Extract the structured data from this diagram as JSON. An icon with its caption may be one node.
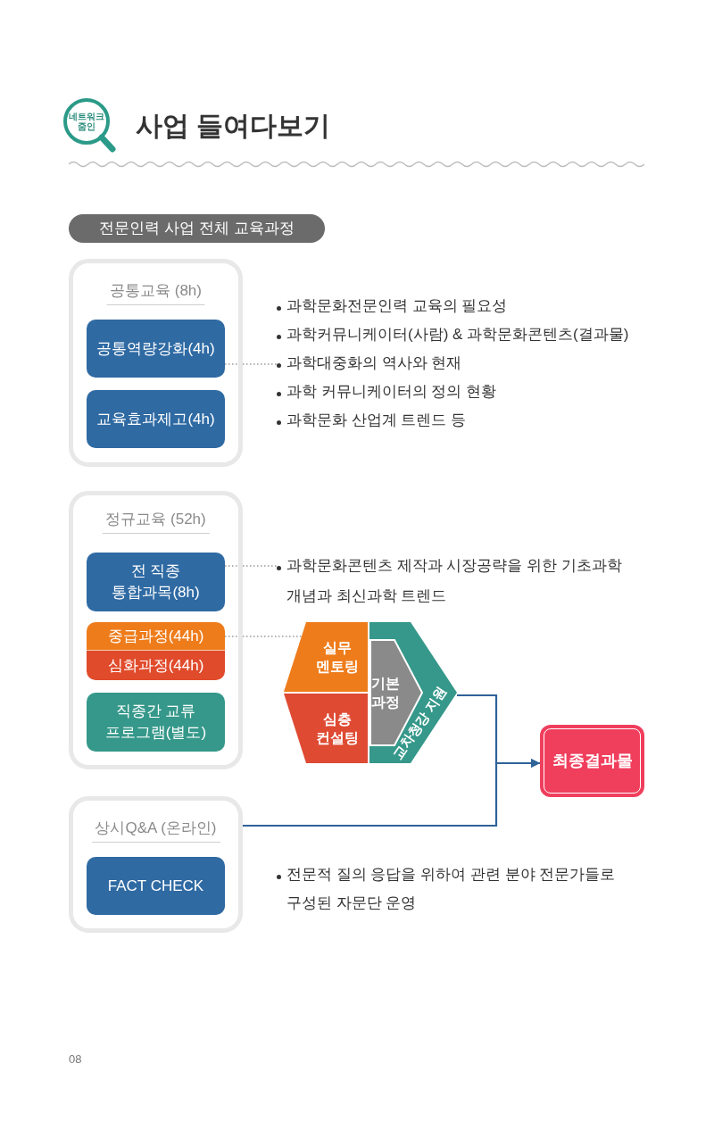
{
  "diagram": {
    "title": "사업 들여다보기",
    "nodes": [
      {
        "text": [
          "네트워크 줌인"
        ]
      },
      {
        "text": [
          "전문인력 사업 전체 교육과정"
        ]
      },
      {
        "text": [
          "공통교육 (8h)"
        ]
      },
      {
        "text": [
          "공통역량강화(4h)"
        ],
        "in": 2
      },
      {
        "text": [
          "교육효과제고(4h)"
        ],
        "in": 2
      },
      {
        "text": [
          "과학문화전문인력 교육의 필요성",
          "과학커뮤니케이터(사람) & 과학문화콘텐츠(결과물)",
          "과학대중화의 역사와 현재",
          "과학 커뮤니케이터의 정의 현황",
          "과학문화 산업계 트렌드 등"
        ]
      },
      {
        "text": [
          "정규교육 (52h)"
        ]
      },
      {
        "text": [
          "전 직종 통합과목(8h)"
        ],
        "in": 6
      },
      {
        "text": [
          "중급과정(44h)"
        ],
        "in": 6
      },
      {
        "text": [
          "심화과정(44h)"
        ],
        "in": 6
      },
      {
        "text": [
          "직종간 교류 프로그램(별도)"
        ],
        "in": 6
      },
      {
        "text": [
          "과학문화콘텐츠 제작과 시장공략을 위한 기초과학 개념과 최신과학 트렌드"
        ]
      },
      {
        "text": [
          "실무 멘토링"
        ]
      },
      {
        "text": [
          "심층 컨설팅"
        ]
      },
      {
        "text": [
          "교차청강 지원"
        ]
      },
      {
        "text": [
          "기본 과정"
        ],
        "in": 14
      },
      {
        "text": [
          "최종결과물"
        ]
      },
      {
        "text": [
          "상시Q&A (온라인)"
        ]
      },
      {
        "text": [
          "FACT CHECK"
        ],
        "in": 17
      }
    ],
    "edges": [
      {
        "from": 3,
        "to": 5,
        "arrow": "none",
        "style": "dashed"
      },
      {
        "from": 7,
        "to": 11,
        "arrow": "none",
        "style": "dashed"
      },
      {
        "from": 8,
        "to": 12,
        "arrow": "none",
        "style": "dashed"
      },
      {
        "from": 14,
        "to": 16,
        "arrow": "to",
        "color": "#2f6298"
      },
      {
        "from": 17,
        "to": 16,
        "arrow": "to",
        "color": "#2f6298"
      }
    ],
    "labels": [
      "전문적 질의 응답을 위하여 관련 분야 전문가들로 구성된 자문단 운영",
      "08"
    ]
  }
}
